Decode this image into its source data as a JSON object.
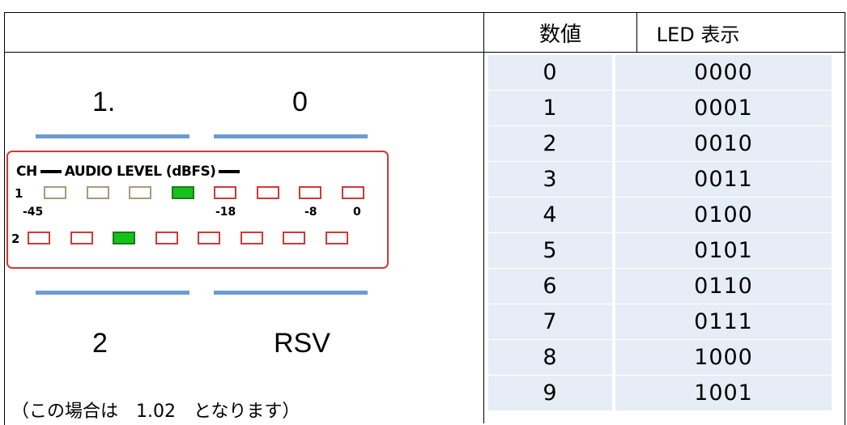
{
  "header": {
    "col_value": "数値",
    "col_led": "LED 表示"
  },
  "digits": {
    "top_left": "1.",
    "top_right": "0",
    "bottom_left": "2",
    "bottom_right": "RSV"
  },
  "audio_panel": {
    "title_ch": "CH",
    "title_text": "AUDIO LEVEL (dBFS)",
    "ch1_label": "1",
    "ch2_label": "2",
    "scale": {
      "s1": "-45",
      "s2": "-18",
      "s3": "-8",
      "s4": "0"
    },
    "ch1_leds": [
      "dim",
      "dim",
      "dim",
      "on",
      "off",
      "off",
      "off",
      "off"
    ],
    "ch2_leds": [
      "off",
      "off",
      "on",
      "off",
      "off",
      "off",
      "off",
      "off"
    ]
  },
  "note": "（この場合は　1.02　となります）",
  "table_rows": [
    {
      "value": "0",
      "led": "0000"
    },
    {
      "value": "1",
      "led": "0001"
    },
    {
      "value": "2",
      "led": "0010"
    },
    {
      "value": "3",
      "led": "0011"
    },
    {
      "value": "4",
      "led": "0100"
    },
    {
      "value": "5",
      "led": "0101"
    },
    {
      "value": "6",
      "led": "0110"
    },
    {
      "value": "7",
      "led": "0111"
    },
    {
      "value": "8",
      "led": "1000"
    },
    {
      "value": "9",
      "led": "1001"
    }
  ],
  "colors": {
    "bar": "#6b9ccf",
    "panel_border": "#d23838",
    "led_on": "#16c21a",
    "row_fill": "#e6edf6"
  }
}
